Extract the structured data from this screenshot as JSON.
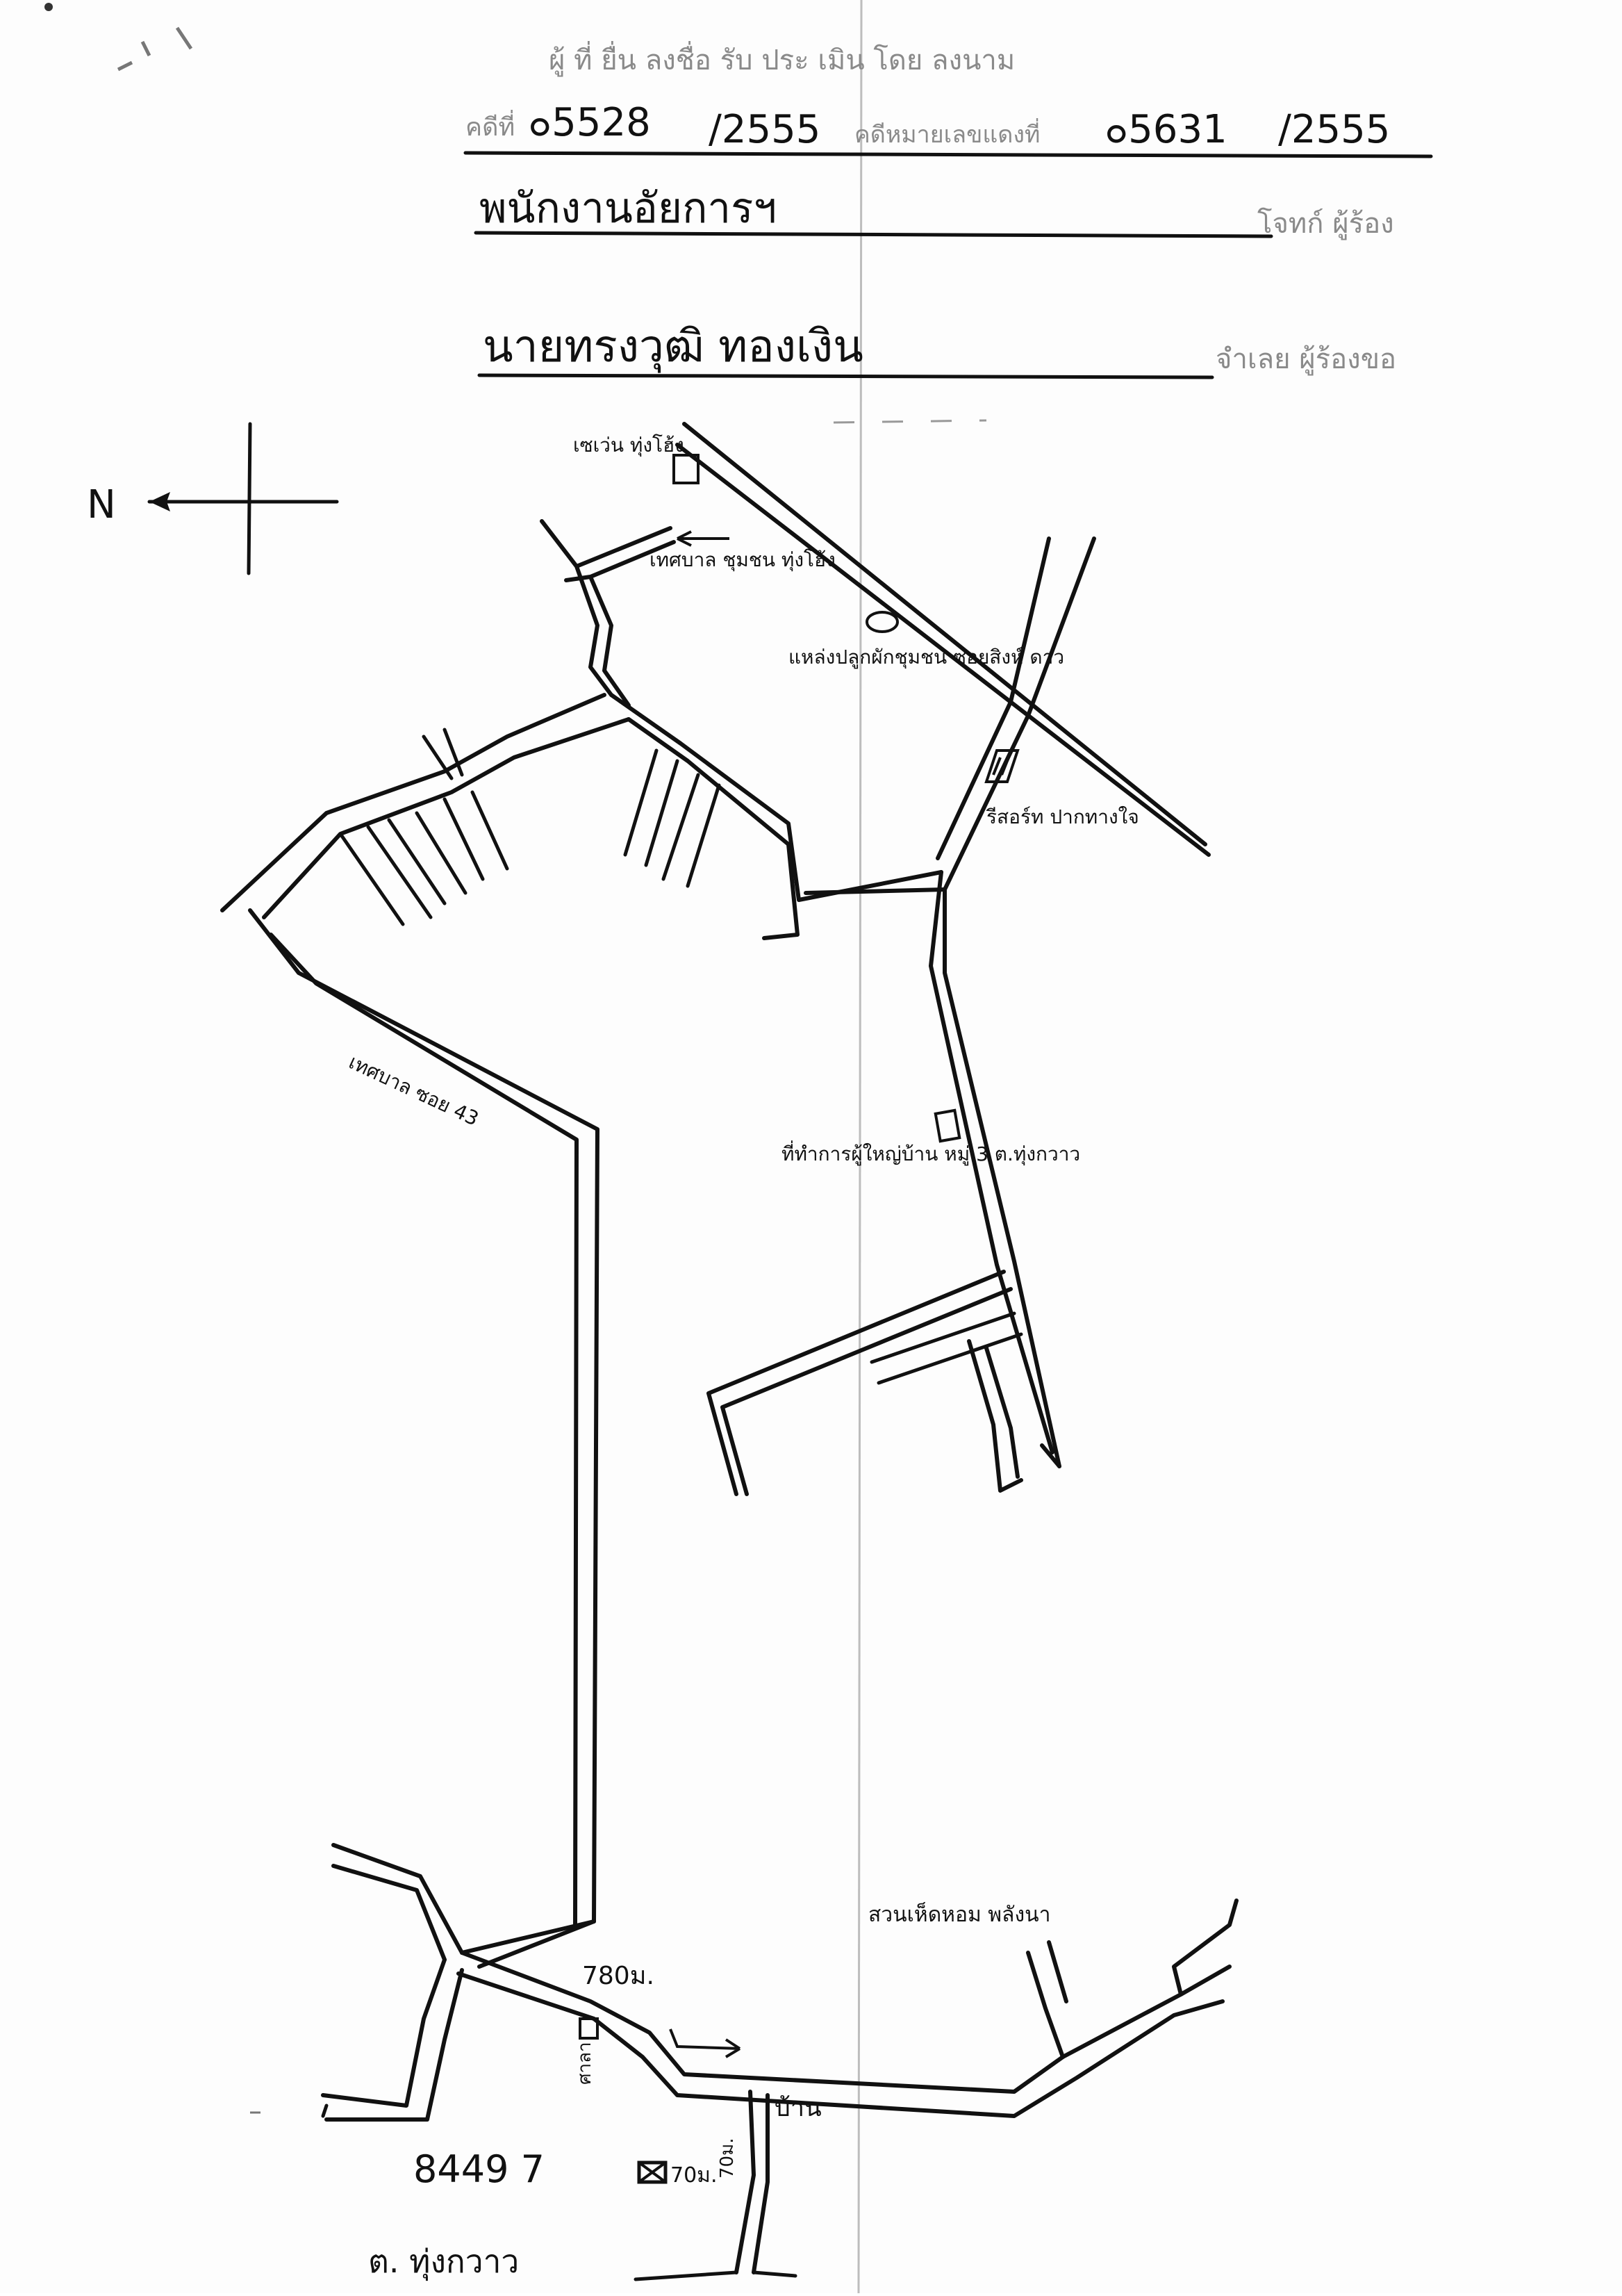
{
  "header": {
    "form_line": "ผู้ ที่ ยื่น ลงชื่อ รับ ประ เมิน โดย ลงนาม",
    "case_prefix": "คดีที่",
    "case_no_1": "๐5528",
    "case_year_1": "/2555",
    "case_mid": "คดีหมายเลขแดงที่",
    "case_no_2": "๐5631",
    "case_year_2": "/2555",
    "plaintiff_name": "พนักงานอัยการฯ",
    "plaintiff_role": "โจทก์ ผู้ร้อง",
    "defendant_name": "นายทรงวุฒิ ทองเงิน",
    "defendant_role": "จำเลย ผู้ร้องขอ"
  },
  "compass": {
    "label": "N"
  },
  "map_labels": {
    "temple": "เซเว่น ทุ่งโฮ้ง",
    "municipal_school": "เทศบาล ชุมชน ทุ่งโฮ้ง",
    "market": "แหล่งปลูกผักชุมชน ซอยสิงห์ ดาว",
    "resort": "รีสอร์ท ปากทางใจ",
    "village_office": "ที่ทำการผู้ใหญ่บ้าน หมู่ 3 ต.ทุ่งกวาว",
    "soi_43": "เทศบาล ซอย 43",
    "garden": "สวนเห็ดหอม พลังนา",
    "distance_780": "780ม.",
    "pavilion": "ศาลา",
    "house": "บ้าน",
    "distance_70a": "70ม.",
    "distance_70b": "70ม.",
    "parcel_no": "8449 7",
    "subdistrict": "ต. ทุ่งกวาว"
  },
  "icons": [
    "north-arrow-icon",
    "building-square-icon",
    "hatched-building-icon",
    "crossed-box-icon",
    "right-arrow-icon",
    "left-arrow-icon"
  ]
}
